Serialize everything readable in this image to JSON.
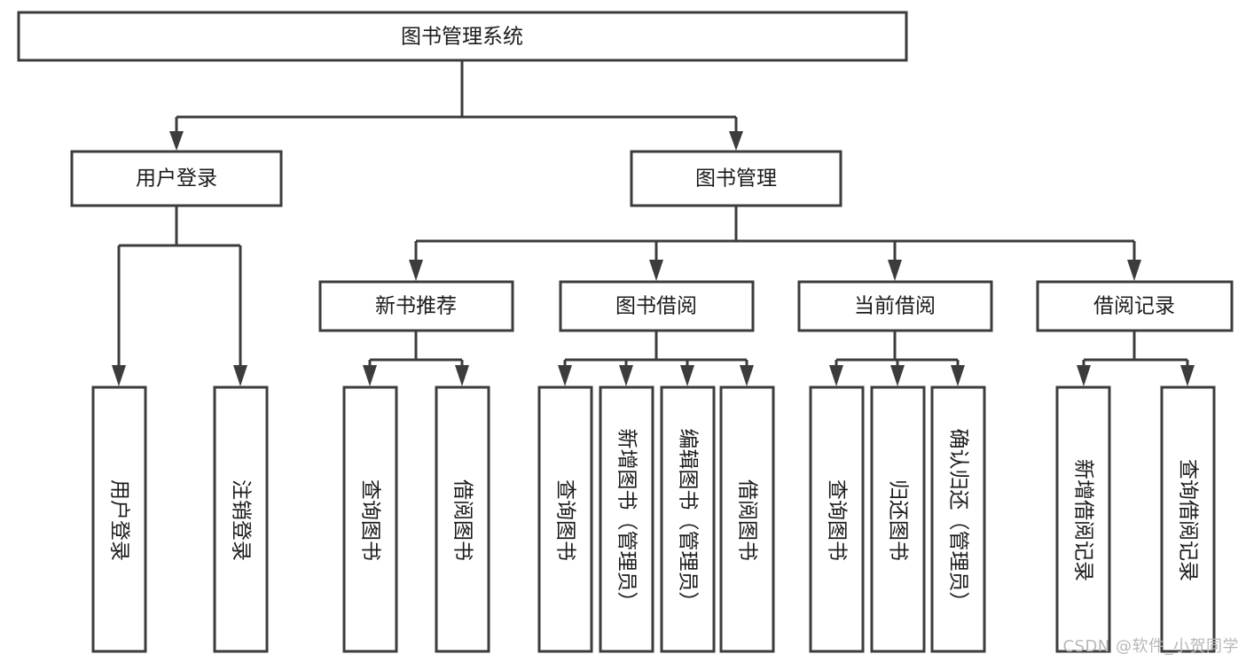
{
  "diagram": {
    "type": "tree",
    "title": "图书管理系统",
    "colors": {
      "stroke": "#3c3c3c",
      "box_fill": "#ffffff",
      "text": "#1b1b1b",
      "background": "#ffffff",
      "watermark": "#b8b8b8"
    },
    "root": {
      "label": "图书管理系统"
    },
    "level2": [
      {
        "label": "用户登录"
      },
      {
        "label": "图书管理"
      }
    ],
    "level3": [
      {
        "label": "新书推荐"
      },
      {
        "label": "图书借阅"
      },
      {
        "label": "当前借阅"
      },
      {
        "label": "借阅记录"
      }
    ],
    "leaves": {
      "user_login": [
        {
          "label": "用户登录"
        },
        {
          "label": "注销登录"
        }
      ],
      "new_book_recommend": [
        {
          "label": "查询图书"
        },
        {
          "label": "借阅图书"
        }
      ],
      "book_borrow": [
        {
          "label": "查询图书"
        },
        {
          "label": "新增图书（管理员）"
        },
        {
          "label": "编辑图书（管理员）"
        },
        {
          "label": "借阅图书"
        }
      ],
      "current_borrow": [
        {
          "label": "查询图书"
        },
        {
          "label": "归还图书"
        },
        {
          "label": "确认归还（管理员）"
        }
      ],
      "borrow_record": [
        {
          "label": "新增借阅记录"
        },
        {
          "label": "查询借阅记录"
        }
      ]
    }
  },
  "watermark": {
    "text": "CSDN @软件_小贺同学"
  }
}
